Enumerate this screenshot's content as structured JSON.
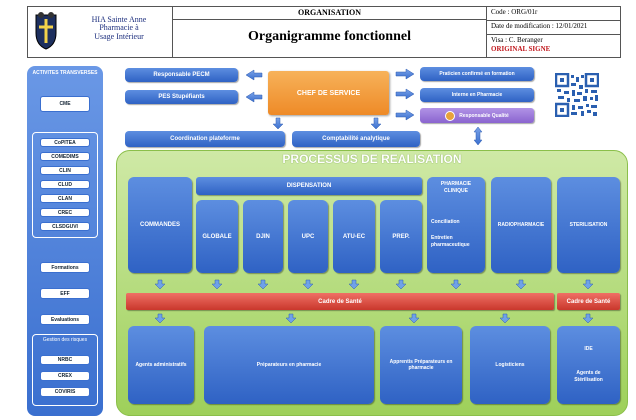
{
  "header": {
    "org_line1": "HIA Sainte Anne",
    "org_line2": "Pharmacie à",
    "org_line3": "Usage Intérieur",
    "category": "ORGANISATION",
    "title": "Organigramme fonctionnel",
    "code": "Code : ORG/01r",
    "modified": "Date de modification : 12/01/2021",
    "visa": "Visa : C. Beranger",
    "signed": "ORIGINAL SIGNE"
  },
  "sidebar": {
    "title": "ACTIVITES TRANSVERSES",
    "cme": "CME",
    "committees": [
      "CoPITEA",
      "COMEDIMS",
      "CLIN",
      "CLUD",
      "CLAN",
      "CREC",
      "CLSDGUVI"
    ],
    "formations": "Formations",
    "eff": "EFF",
    "evaluations": "Evaluations",
    "risk_title": "Gestion des risques",
    "risk_items": [
      "NRBC",
      "CREX",
      "COVIRIS"
    ]
  },
  "top": {
    "left_boxes": [
      "Responsable PECM",
      "PES Stupéfiants"
    ],
    "chef": "CHEF DE SERVICE",
    "right_boxes": [
      "Praticien confirmé en formation",
      "Interne en Pharmacie",
      "Responsable Qualité"
    ],
    "coordination": "Coordination plateforme",
    "comptabilite": "Comptabilité analytique"
  },
  "process": {
    "title": "PROCESSUS DE REALISATION",
    "commandes": "COMMANDES",
    "dispensation": "DISPENSATION",
    "disp_items": [
      "GLOBALE",
      "DJIN",
      "UPC",
      "ATU-EC",
      "PREP."
    ],
    "pharma_title": "PHARMACIE CLINIQUE",
    "pharma_line1": "Conciliation",
    "pharma_line2": "Entretien pharmaceutique",
    "radio": "RADIOPHARMACIE",
    "sterilisation": "STERILISATION",
    "cadre1": "Cadre de Santé",
    "cadre2": "Cadre de Santé",
    "agents": "Agents administratifs",
    "preparateurs": "Préparateurs en pharmacie",
    "apprentis": "Apprentis Préparateurs en pharmacie",
    "logisticiens": "Logisticiens",
    "ide": "IDE",
    "agents_ster": "Agents de Stérilisation"
  },
  "colors": {
    "blue": "#2f62c4",
    "orange": "#f29a3a",
    "green": "#8cc63f",
    "red": "#d9473b",
    "purple": "#9a78d6"
  }
}
